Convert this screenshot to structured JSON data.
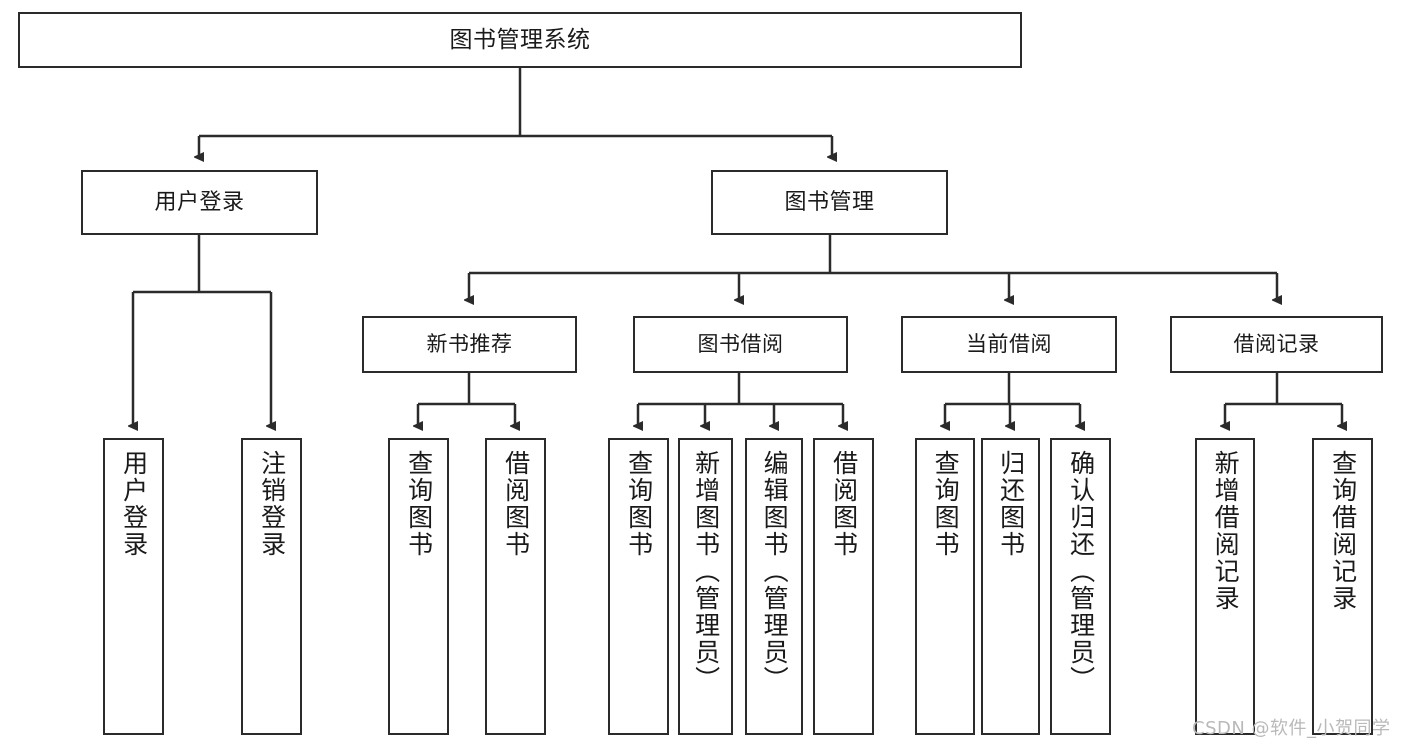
{
  "diagram": {
    "type": "tree",
    "title": "图书管理系统",
    "orientation": "top-down",
    "colors": {
      "box_border": "#2b2b2b",
      "box_fill": "#ffffff",
      "connector": "#2b2b2b",
      "text": "#1a1a1a",
      "watermark": "#b9b9b9"
    },
    "nodes": {
      "root": {
        "label": "图书管理系统"
      },
      "level2": [
        {
          "id": "user-login",
          "label": "用户登录"
        },
        {
          "id": "book-management",
          "label": "图书管理"
        }
      ],
      "level3": [
        {
          "id": "new-book-recommend",
          "label": "新书推荐"
        },
        {
          "id": "book-borrow",
          "label": "图书借阅"
        },
        {
          "id": "current-borrow",
          "label": "当前借阅"
        },
        {
          "id": "borrow-record",
          "label": "借阅记录"
        }
      ],
      "leaves": {
        "user_login": [
          {
            "id": "login",
            "label": "用户登录"
          },
          {
            "id": "logout",
            "label": "注销登录"
          }
        ],
        "new_book_recommend": [
          {
            "id": "query-book-1",
            "label": "查询图书"
          },
          {
            "id": "borrow-book-1",
            "label": "借阅图书"
          }
        ],
        "book_borrow": [
          {
            "id": "query-book-2",
            "label": "查询图书"
          },
          {
            "id": "add-book",
            "label": "新增图书（管理员）"
          },
          {
            "id": "edit-book",
            "label": "编辑图书（管理员）"
          },
          {
            "id": "borrow-book-2",
            "label": "借阅图书"
          }
        ],
        "current_borrow": [
          {
            "id": "query-book-3",
            "label": "查询图书"
          },
          {
            "id": "return-book",
            "label": "归还图书"
          },
          {
            "id": "confirm-return",
            "label": "确认归还（管理员）"
          }
        ],
        "borrow_record": [
          {
            "id": "add-record",
            "label": "新增借阅记录"
          },
          {
            "id": "query-record",
            "label": "查询借阅记录"
          }
        ]
      }
    },
    "watermark": "CSDN @软件_小贺同学"
  }
}
